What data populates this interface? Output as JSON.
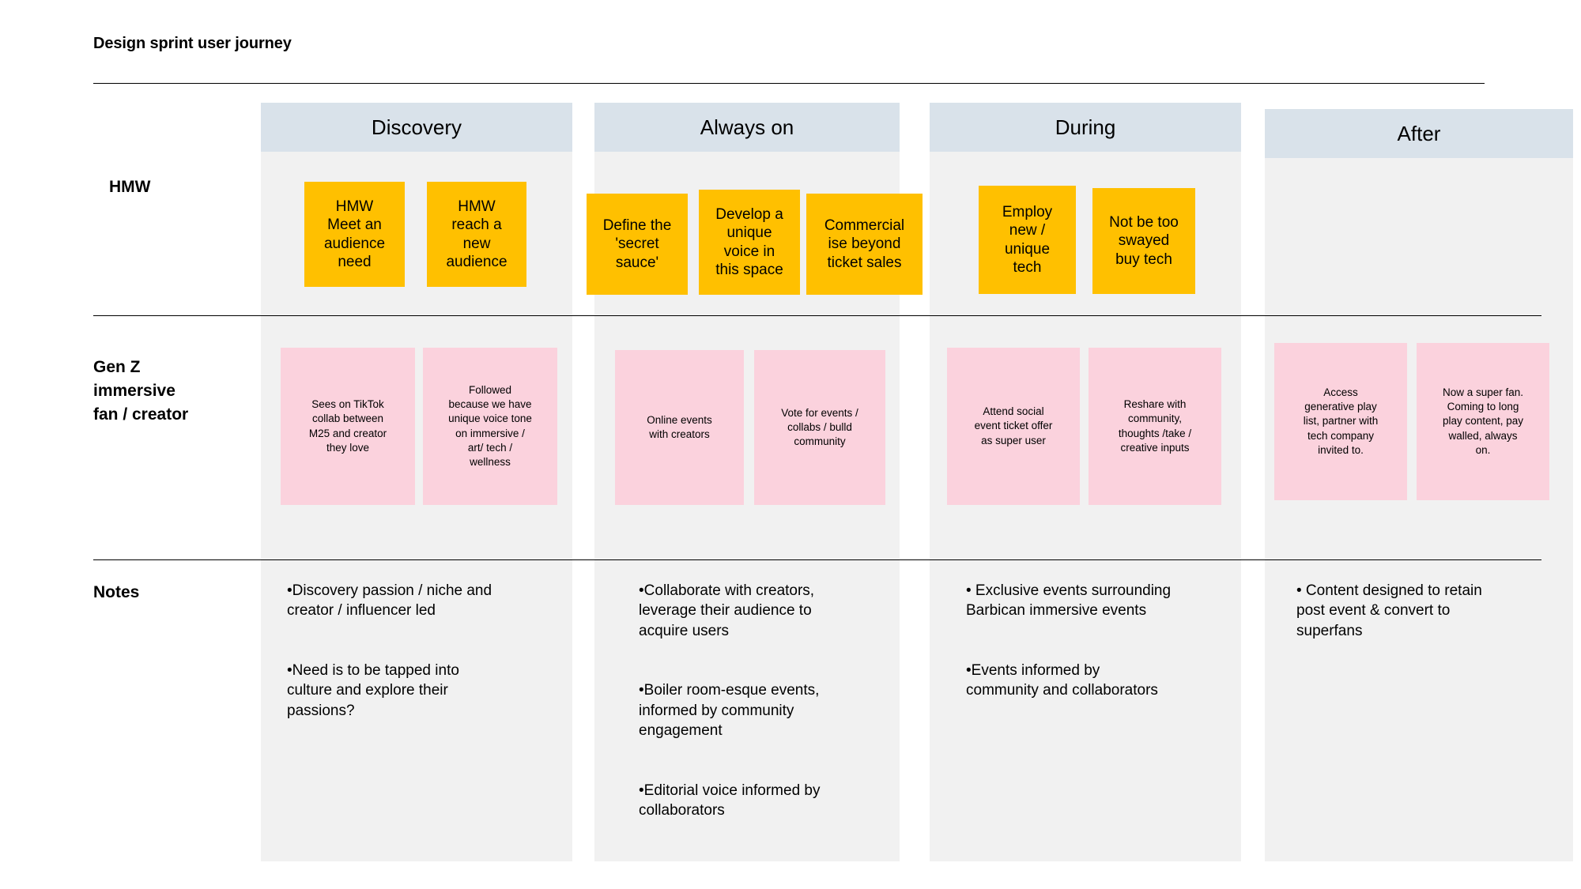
{
  "header": {
    "title": "Design sprint user journey"
  },
  "rows": [
    {
      "key": "hmw",
      "label": "HMW"
    },
    {
      "key": "genz",
      "label": "Gen Z\nimmersive\nfan / creator"
    },
    {
      "key": "notes",
      "label": "Notes"
    }
  ],
  "columns": [
    {
      "key": "discovery",
      "header": "Discovery"
    },
    {
      "key": "always_on",
      "header": "Always on"
    },
    {
      "key": "during",
      "header": "During"
    },
    {
      "key": "after",
      "header": "After"
    }
  ],
  "hmw_notes": {
    "discovery": [
      "HMW\nMeet an\naudience\nneed",
      "HMW\nreach a\nnew\naudience"
    ],
    "always_on": [
      "Define the\n'secret\nsauce'",
      "Develop a\nunique\nvoice in\nthis space",
      "Commercial\nise beyond\nticket sales"
    ],
    "during": [
      "Employ\nnew /\nunique\ntech",
      "Not be too\nswayed\nbuy tech"
    ],
    "after": []
  },
  "genz_notes": {
    "discovery": [
      "Sees on TikTok\ncollab between\nM25 and creator\nthey love",
      "Followed\nbecause we have\nunique voice tone\non immersive /\nart/ tech /\nwellness"
    ],
    "always_on": [
      "Online events\nwith creators",
      "Vote for events /\ncollabs / bulld\ncommunity"
    ],
    "during": [
      "Attend social\nevent ticket offer\nas super user",
      "Reshare with\ncommunity,\nthoughts /take /\ncreative inputs"
    ],
    "after": [
      "Access\ngenerative play\nlist, partner with\ntech company\ninvited to.",
      "Now a super fan.\nComing to long\nplay content, pay\nwalled, always\non."
    ]
  },
  "notes_text": {
    "discovery": "•Discovery passion / niche and\ncreator / influencer led\n\n\n•Need is to be tapped into\nculture and explore their\npassions?",
    "always_on": "•Collaborate with creators,\nleverage their audience to\nacquire users\n\n\n•Boiler room-esque events,\ninformed by community\nengagement\n\n\n•Editorial voice informed by\ncollaborators",
    "during": "• Exclusive events surrounding\nBarbican immersive events\n\n\n•Events informed by\ncommunity and collaborators",
    "after": "• Content designed to retain\npost event & convert to\nsuperfans"
  },
  "colors": {
    "header_blue": "#d9e2ea",
    "panel_grey": "#f1f1f1",
    "sticky_yellow": "#ffc000",
    "sticky_pink": "#fbd2dd",
    "rule": "#000000"
  }
}
